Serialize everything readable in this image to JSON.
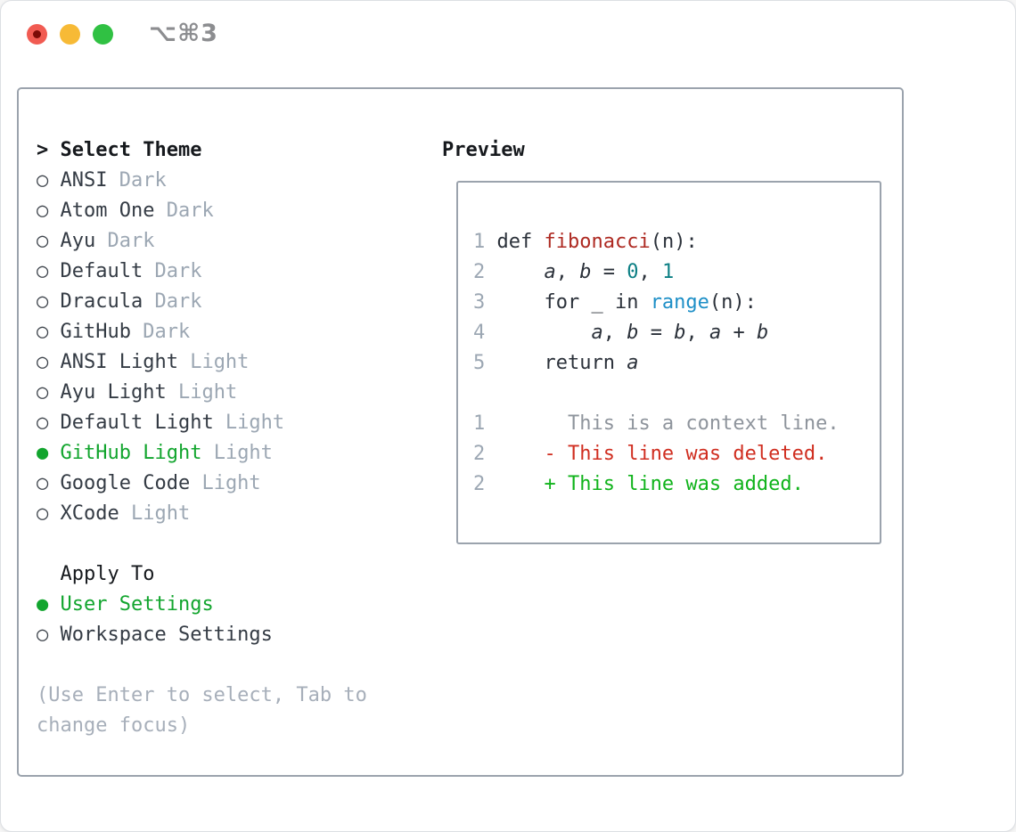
{
  "window": {
    "title": "⌥⌘3"
  },
  "colors": {
    "selection_green": "#12a52e",
    "diff_added_green": "#10b31b",
    "diff_deleted_red": "#d02e20",
    "function_red": "#ae2a22",
    "number_teal": "#0c7f84",
    "builtin_blue": "#1d8fc7",
    "context_gray": "#8e949c",
    "line_number_gray": "#9ca7b3",
    "panel_border_gray": "#9ba3ad",
    "traffic_red": "#f15b52",
    "traffic_yellow": "#f7ba36",
    "traffic_green": "#30c143"
  },
  "theme_menu": {
    "prompt": ">",
    "heading": "Select Theme",
    "radio_unselected": "○",
    "radio_selected": "●",
    "items": [
      {
        "label": "ANSI",
        "variant": "Dark",
        "selected": false
      },
      {
        "label": "Atom One",
        "variant": "Dark",
        "selected": false
      },
      {
        "label": "Ayu",
        "variant": "Dark",
        "selected": false
      },
      {
        "label": "Default",
        "variant": "Dark",
        "selected": false
      },
      {
        "label": "Dracula",
        "variant": "Dark",
        "selected": false
      },
      {
        "label": "GitHub",
        "variant": "Dark",
        "selected": false
      },
      {
        "label": "ANSI Light",
        "variant": "Light",
        "selected": false
      },
      {
        "label": "Ayu Light",
        "variant": "Light",
        "selected": false
      },
      {
        "label": "Default Light",
        "variant": "Light",
        "selected": false
      },
      {
        "label": "GitHub Light",
        "variant": "Light",
        "selected": true
      },
      {
        "label": "Google Code",
        "variant": "Light",
        "selected": false
      },
      {
        "label": "XCode",
        "variant": "Light",
        "selected": false
      }
    ]
  },
  "apply_to": {
    "heading": "Apply To",
    "options": [
      {
        "label": "User Settings",
        "selected": true
      },
      {
        "label": "Workspace Settings",
        "selected": false
      }
    ]
  },
  "help_text": "(Use Enter to select, Tab to change focus)",
  "preview": {
    "heading": "Preview",
    "code_lines": [
      {
        "number": "1",
        "kind": "code",
        "segments": [
          {
            "t": "def ",
            "c": "code"
          },
          {
            "t": "fibonacci",
            "c": "fn"
          },
          {
            "t": "(n):",
            "c": "code"
          }
        ]
      },
      {
        "number": "2",
        "kind": "code",
        "segments": [
          {
            "t": "    ",
            "c": "code"
          },
          {
            "t": "a",
            "c": "var"
          },
          {
            "t": ", ",
            "c": "code"
          },
          {
            "t": "b",
            "c": "var"
          },
          {
            "t": " = ",
            "c": "code"
          },
          {
            "t": "0",
            "c": "num"
          },
          {
            "t": ", ",
            "c": "code"
          },
          {
            "t": "1",
            "c": "num"
          }
        ]
      },
      {
        "number": "3",
        "kind": "code",
        "segments": [
          {
            "t": "    for _ in ",
            "c": "code"
          },
          {
            "t": "range",
            "c": "call"
          },
          {
            "t": "(n):",
            "c": "code"
          }
        ]
      },
      {
        "number": "4",
        "kind": "code",
        "segments": [
          {
            "t": "        ",
            "c": "code"
          },
          {
            "t": "a",
            "c": "var"
          },
          {
            "t": ", ",
            "c": "code"
          },
          {
            "t": "b",
            "c": "var"
          },
          {
            "t": " = ",
            "c": "code"
          },
          {
            "t": "b",
            "c": "var"
          },
          {
            "t": ", ",
            "c": "code"
          },
          {
            "t": "a",
            "c": "var"
          },
          {
            "t": " + ",
            "c": "code"
          },
          {
            "t": "b",
            "c": "var"
          }
        ]
      },
      {
        "number": "5",
        "kind": "code",
        "segments": [
          {
            "t": "    return ",
            "c": "code"
          },
          {
            "t": "a",
            "c": "var"
          }
        ]
      },
      {
        "number": "",
        "kind": "blank",
        "segments": []
      },
      {
        "number": "1",
        "kind": "context",
        "segments": [
          {
            "t": "      This is a context line.",
            "c": "ctx"
          }
        ]
      },
      {
        "number": "2",
        "kind": "deleted",
        "segments": [
          {
            "t": "    - This line was deleted.",
            "c": "del"
          }
        ]
      },
      {
        "number": "2",
        "kind": "added",
        "segments": [
          {
            "t": "    + This line was added.",
            "c": "add"
          }
        ]
      }
    ]
  }
}
